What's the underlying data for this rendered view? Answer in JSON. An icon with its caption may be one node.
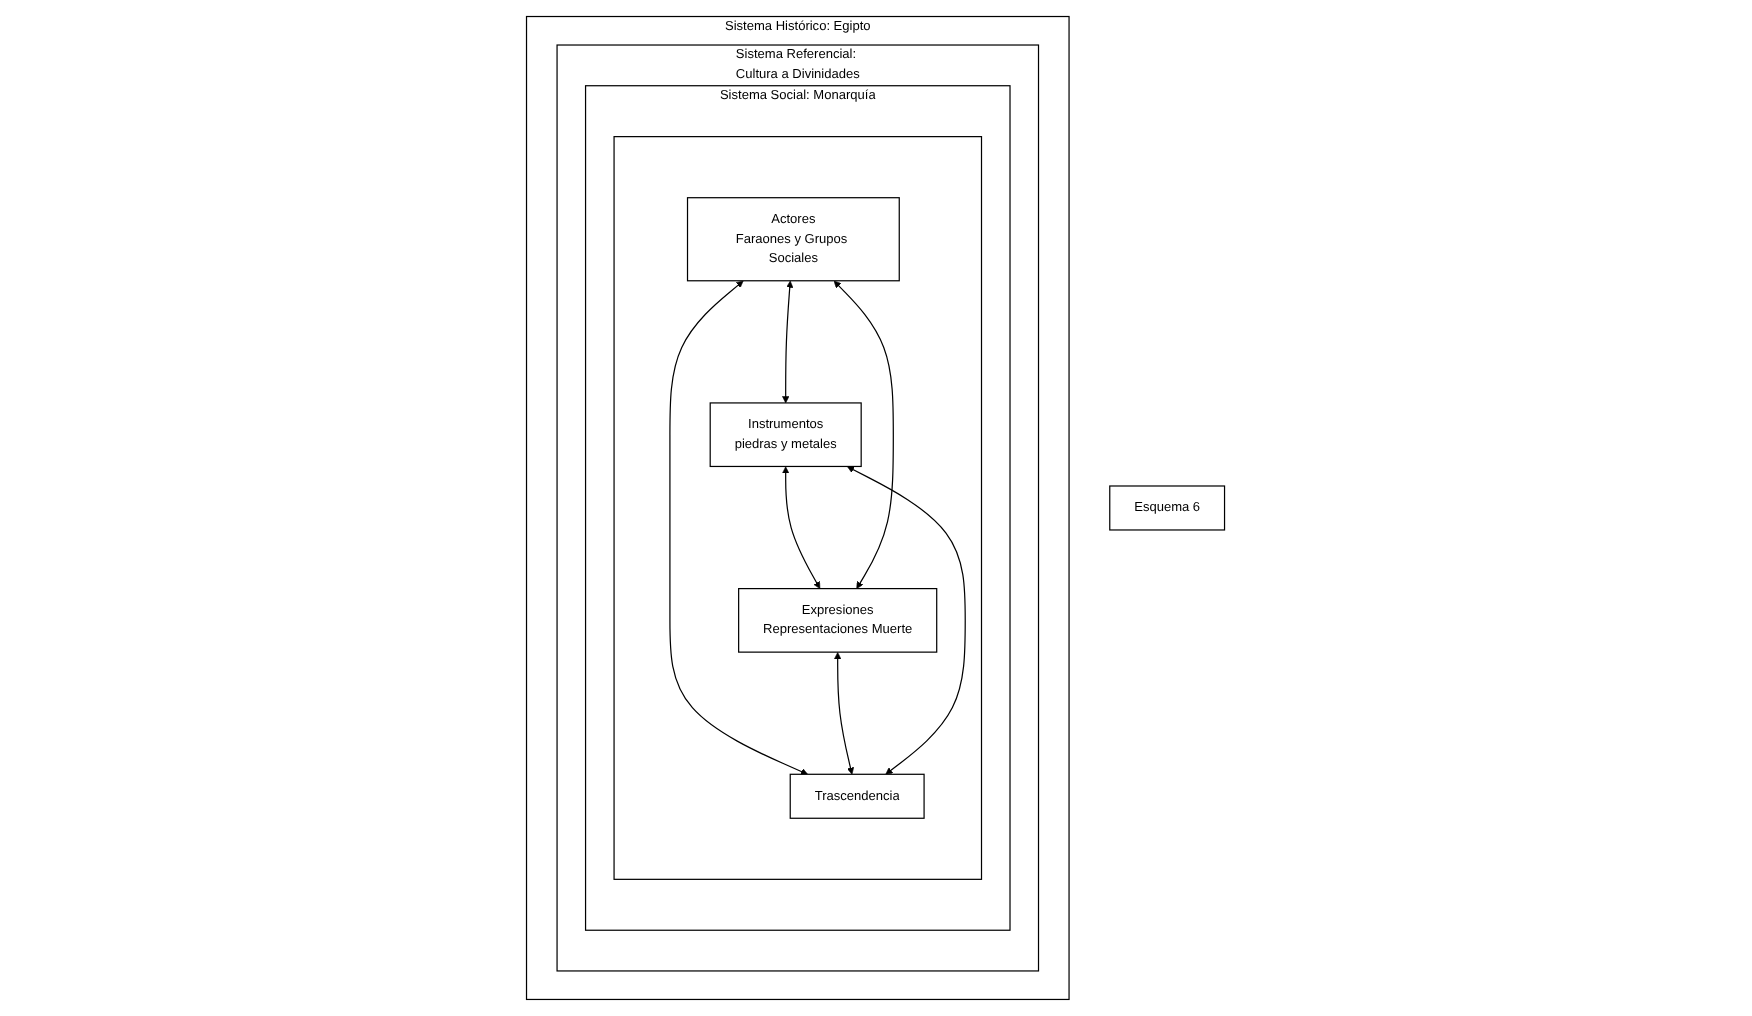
{
  "diagram": {
    "nodes": [
      {
        "text": [
          "Esquema 6"
        ]
      },
      {
        "text": [
          "Sistema Histórico: Egipto"
        ]
      },
      {
        "text": [
          "Sistema Referencial: Cultura a Divinidades"
        ],
        "in": 1
      },
      {
        "text": [
          "Sistema Social: Monarquía"
        ],
        "in": 2
      },
      {
        "text": [],
        "shape": "box",
        "in": 3
      },
      {
        "text": [
          "Actores",
          "Faraones y Grupos Sociales"
        ],
        "in": 4
      },
      {
        "text": [
          "Instrumentos",
          "piedras y metales"
        ],
        "in": 4
      },
      {
        "text": [
          "Expresiones",
          "Representaciones Muerte"
        ],
        "in": 4
      },
      {
        "text": [
          "Trascendencia"
        ],
        "in": 4
      }
    ],
    "edges": [
      {
        "from": 5,
        "to": 6,
        "arrow": "both"
      },
      {
        "from": 5,
        "to": 8,
        "arrow": "both"
      },
      {
        "from": 6,
        "to": 7,
        "arrow": "both"
      },
      {
        "from": 7,
        "to": 8,
        "arrow": "both"
      },
      {
        "from": 5,
        "to": 7,
        "arrow": "both"
      },
      {
        "from": 6,
        "to": 8,
        "arrow": "both"
      }
    ]
  }
}
